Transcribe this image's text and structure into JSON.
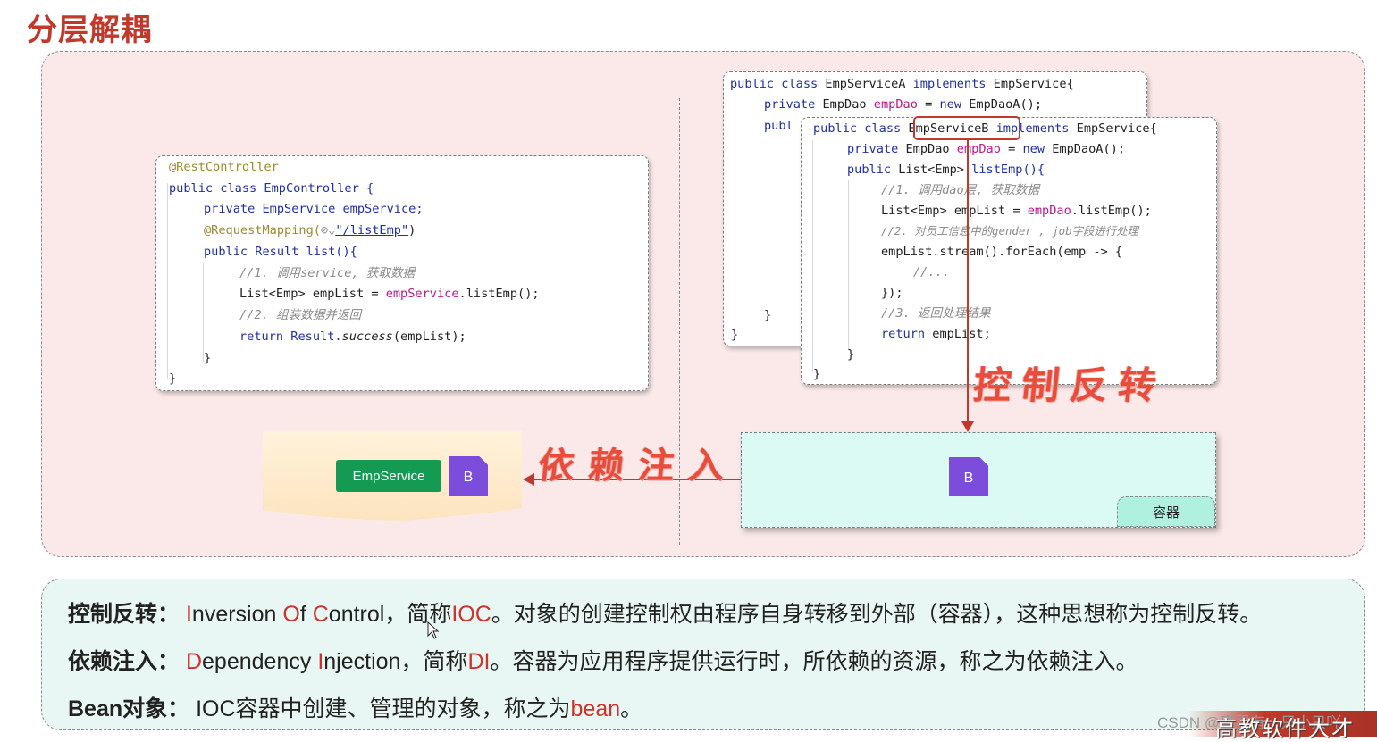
{
  "title": "分层解耦",
  "controller_code": {
    "lines": [
      "@RestController",
      "public class EmpController {",
      "private EmpService empService;",
      "@RequestMapping(",
      "\"/listEmp\"",
      ")",
      "public Result list(){",
      "//1. 调用service, 获取数据",
      "List<Emp> empList = ",
      "empService",
      ".listEmp();",
      "//2. 组装数据并返回",
      "return Result.",
      "success",
      "(empList);",
      "}",
      "}"
    ]
  },
  "service_a_code": {
    "lines": [
      "public class",
      "EmpServiceA",
      "implements",
      "EmpService{",
      "private",
      "EmpDao",
      "empDao",
      "=",
      "new",
      "EmpDaoA();",
      "publ",
      "}",
      "}"
    ]
  },
  "service_b_code": {
    "lines": [
      "public class",
      "EmpServiceB",
      "implements",
      "EmpService{",
      "private",
      "EmpDao",
      "empDao",
      "= ",
      "new",
      "EmpDaoA();",
      "public",
      "List<Emp>",
      "listEmp(){",
      "//1. 调用dao层, 获取数据",
      "List<Emp> empList = ",
      "empDao",
      ".listEmp();",
      "//2. 对员工信息中的gender , job字段进行处理",
      "empList.stream().forEach(emp -> {",
      "//...",
      "});",
      "//3. 返回处理结果",
      "return",
      "empList;",
      "}",
      "}"
    ]
  },
  "labels": {
    "ioc_handwritten": "控制反转",
    "di_handwritten": "依赖注入",
    "emp_service": "EmpService",
    "bean_left": "B",
    "bean_right": "B",
    "container": "容器"
  },
  "definitions": {
    "ioc": {
      "term": "控制反转：",
      "p1": "I",
      "p2": "nversion ",
      "p3": "O",
      "p4": "f ",
      "p5": "C",
      "p6": "ontrol，简称",
      "p7": "IOC",
      "p8": "。对象的创建控制权由程序自身转移到外部（容器），这种思想称为控制反转。"
    },
    "di": {
      "term": "依赖注入：",
      "p1": "D",
      "p2": "ependency ",
      "p3": "I",
      "p4": "njection，简称",
      "p5": "DI",
      "p6": "。容器为应用程序提供运行时，所依赖的资源，称之为依赖注入。"
    },
    "bean": {
      "term": "Bean对象：",
      "p1": "IOC容器中创建、管理的对象，称之为",
      "p2": "bean",
      "p3": "。"
    }
  },
  "watermark": "CSDN @离里有一只小只吖",
  "corner_banner": "高教软件大才",
  "colors": {
    "title_red": "#c0392b",
    "highlight_red": "#d0312d",
    "bean_purple": "#7c4ddb",
    "emp_service_green": "#149a53",
    "container_bg": "#dafaf3",
    "panel_pink": "#fbe9e9",
    "defs_bg": "#e8f7f3"
  }
}
